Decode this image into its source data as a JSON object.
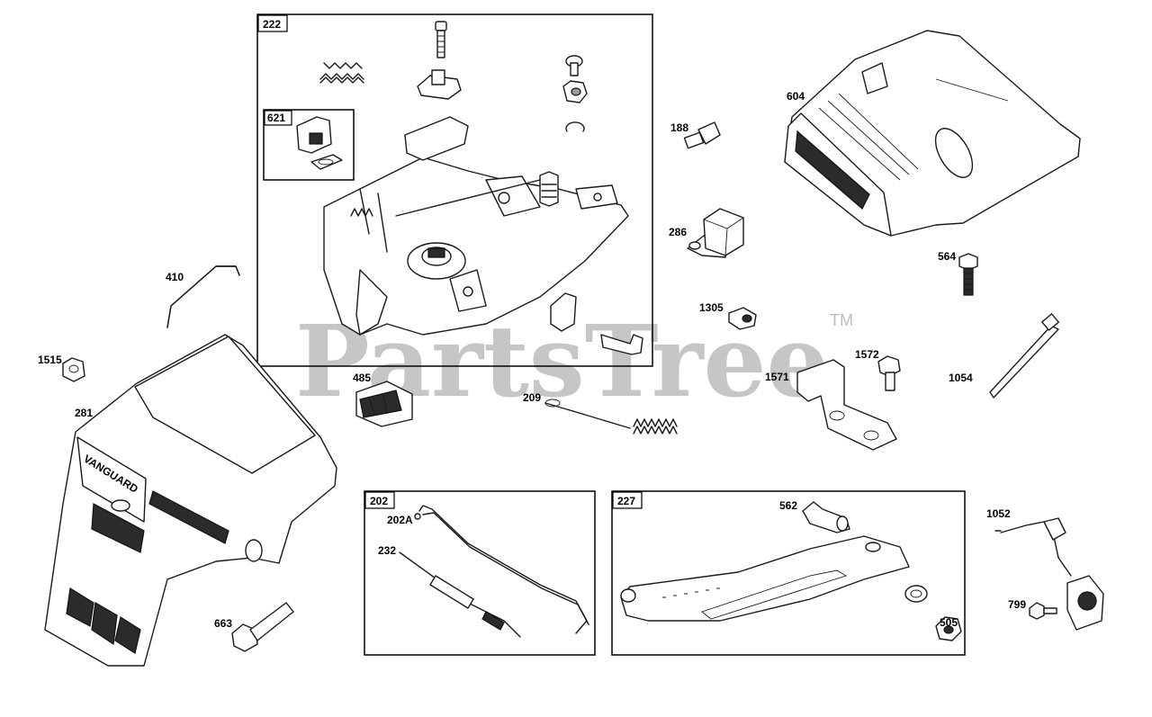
{
  "watermark": {
    "text": "PartsTree",
    "trademark": "TM"
  },
  "boxes": {
    "b222": "222",
    "b621": "621",
    "b202": "202",
    "b227": "227"
  },
  "callouts": {
    "c188": "188",
    "c604": "604",
    "c286": "286",
    "c564": "564",
    "c410": "410",
    "c1305": "1305",
    "c1515": "1515",
    "c1572": "1572",
    "c1571": "1571",
    "c1054": "1054",
    "c485": "485",
    "c209": "209",
    "c281": "281",
    "c202A": "202A",
    "c232": "232",
    "c562": "562",
    "c1052": "1052",
    "c799": "799",
    "c663": "663",
    "c505": "505"
  },
  "vanguard_text": "VANGUARD"
}
